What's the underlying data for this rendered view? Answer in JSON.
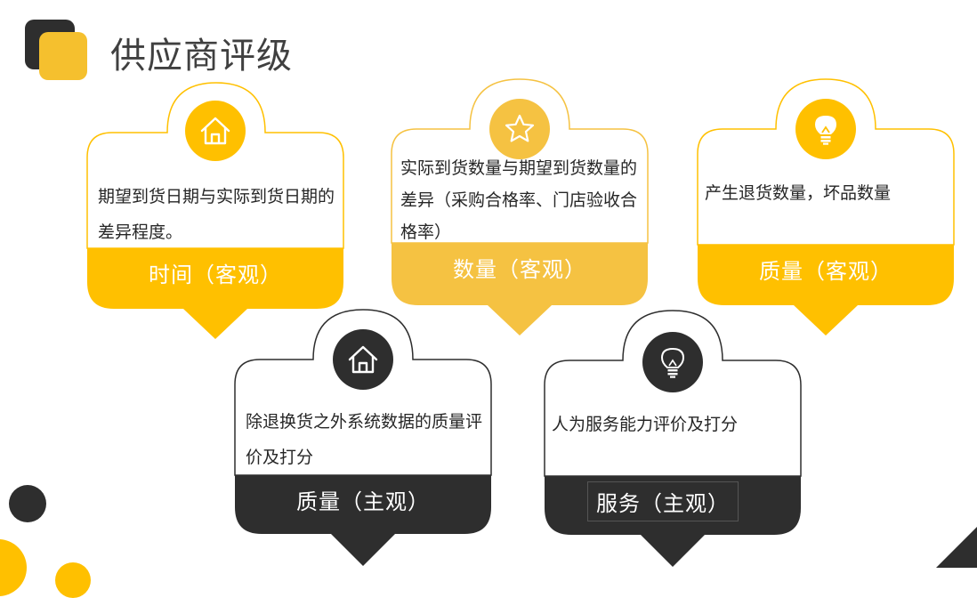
{
  "title": "供应商评级",
  "colors": {
    "yellow": "#ffc000",
    "light_yellow": "#f5c242",
    "dark": "#2e2e2e",
    "accent": "#f5c02e"
  },
  "cards": [
    {
      "icon": "home-icon",
      "desc": "期望到货日期与实际到货日期的差异程度。",
      "label": "时间（客观）"
    },
    {
      "icon": "star-icon",
      "desc": "实际到货数量与期望到货数量的差异（采购合格率、门店验收合格率）",
      "label": "数量（客观）"
    },
    {
      "icon": "lightbulb-icon",
      "desc": "产生退货数量，坏品数量",
      "label": "质量（客观）"
    },
    {
      "icon": "home-icon",
      "desc": "除退换货之外系统数据的质量评价及打分",
      "label": "质量（主观）"
    },
    {
      "icon": "lightbulb-icon",
      "desc": "人为服务能力评价及打分",
      "label": "服务（主观）"
    }
  ]
}
